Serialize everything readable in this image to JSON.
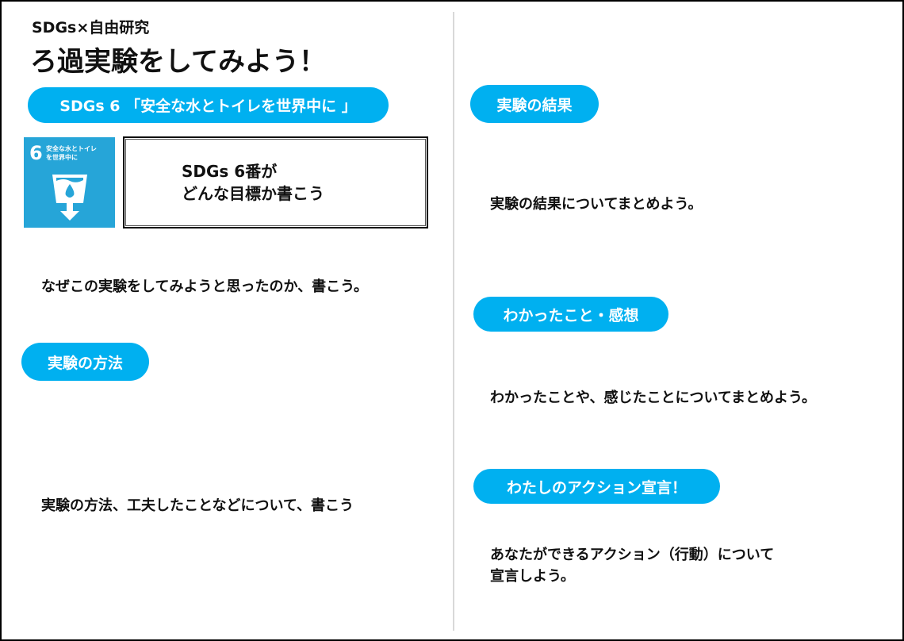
{
  "header": {
    "subtitle": "SDGs×自由研究",
    "title": "ろ過実験をしてみよう！"
  },
  "left": {
    "goal_pill": "SDGs 6 「安全な水とトイレを世界中に 」",
    "goal_icon": {
      "number": "6",
      "text_line1": "安全な水とトイレ",
      "text_line2": "を世界中に",
      "color": "#26a5d8"
    },
    "goal_box": {
      "line1": "SDGs 6番が",
      "line2": "どんな目標か書こう"
    },
    "why_prompt": "なぜこの実験をしてみようと思ったのか、書こう。",
    "method_pill": "実験の方法",
    "method_prompt": "実験の方法、工夫したことなどについて、書こう"
  },
  "right": {
    "result_pill": "実験の結果",
    "result_prompt": "実験の結果についてまとめよう。",
    "learned_pill": "わかったこと・感想",
    "learned_prompt": "わかったことや、感じたことについてまとめよう。",
    "action_pill": "わたしのアクション宣言！",
    "action_prompt_line1": "あなたができるアクション（行動）について",
    "action_prompt_line2": "宣言しよう。"
  },
  "colors": {
    "accent": "#00b0f0"
  }
}
